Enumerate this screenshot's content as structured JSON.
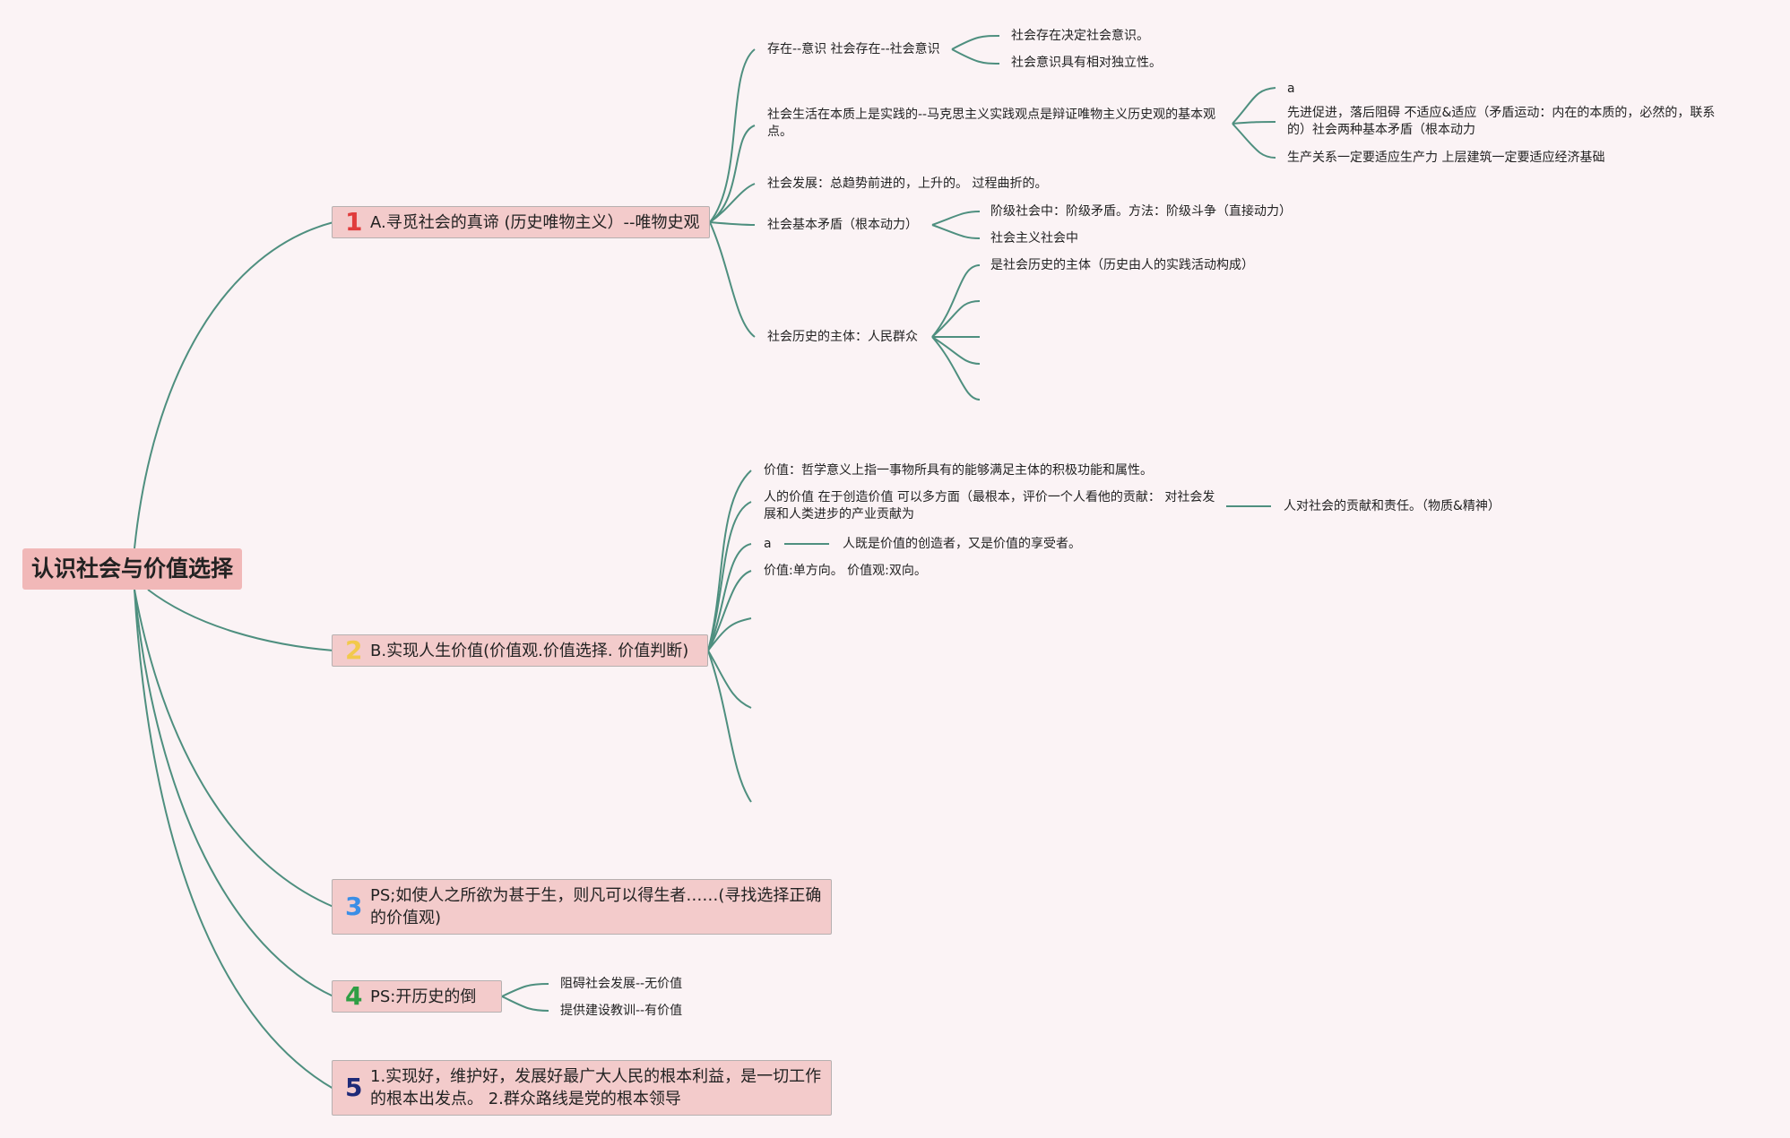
{
  "root": "认识社会与价值选择",
  "branches": [
    {
      "num": "1",
      "color": "#e03c3c",
      "label": "A.寻觅社会的真谛 (历史唯物主义）--唯物史观"
    },
    {
      "num": "2",
      "color": "#f2c94c",
      "label": "B.实现人生价值(价值观.价值选择. 价值判断)"
    },
    {
      "num": "3",
      "color": "#3a8ee6",
      "label": "PS;如使人之所欲为甚于生，则凡可以得生者……(寻找选择正确的价值观)"
    },
    {
      "num": "4",
      "color": "#2f9e44",
      "label": "PS:开历史的倒"
    },
    {
      "num": "5",
      "color": "#1e2a78",
      "label": "1.实现好，维护好，发展好最广大人民的根本利益，是一切工作的根本出发点。 2.群众路线是党的根本领导"
    }
  ],
  "b1": {
    "c1": "存在--意识 社会存在--社会意识",
    "c1a": "社会存在决定社会意识。",
    "c1b": "社会意识具有相对独立性。",
    "c2": "社会生活在本质上是实践的--马克思主义实践观点是辩证唯物主义历史观的基本观点。",
    "c2a": "a",
    "c2b": "先进促进，落后阻碍 不适应&适应（矛盾运动：内在的本质的，必然的，联系的）社会两种基本矛盾（根本动力",
    "c2c": "生产关系一定要适应生产力 上层建筑一定要适应经济基础",
    "c3": "社会发展：总趋势前进的，上升的。 过程曲折的。",
    "c4": "社会基本矛盾（根本动力）",
    "c4a": "阶级社会中：阶级矛盾。方法：阶级斗争（直接动力）",
    "c4b": "社会主义社会中",
    "c5": "社会历史的主体：人民群众",
    "c5a": "是社会历史的主体（历史由人的实践活动构成）"
  },
  "b2": {
    "c1": "价值：哲学意义上指一事物所具有的能够满足主体的积极功能和属性。",
    "c2": "人的价值 在于创造价值 可以多方面（最根本，评价一个人看他的贡献： 对社会发展和人类进步的产业贡献为",
    "c2a": "人对社会的贡献和责任。（物质&精神）",
    "c3": "a",
    "c3a": "人既是价值的创造者，又是价值的享受者。",
    "c4": "价值:单方向。 价值观:双向。"
  },
  "b4": {
    "c1": "阻碍社会发展--无价值",
    "c2": "提供建设教训--有价值"
  }
}
